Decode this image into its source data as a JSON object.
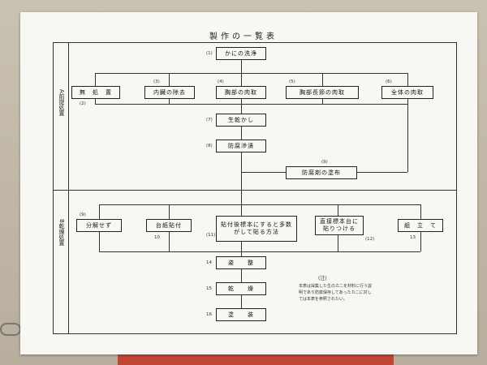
{
  "document": {
    "title": "製作の一覧表",
    "sections": {
      "a_label": "A前提処置",
      "b_label": "B乾燥処置"
    },
    "steps": {
      "s1": {
        "num": "(1)",
        "label": "かにの洗浄"
      },
      "s2": {
        "num": "(2)",
        "label": "無　処　置"
      },
      "s3": {
        "num": "(3)",
        "label": "内臓の除去"
      },
      "s4": {
        "num": "(4)",
        "label": "胸部の肉取"
      },
      "s5": {
        "num": "(5)",
        "label": "胸部長節の肉取"
      },
      "s6": {
        "num": "(6)",
        "label": "全体の肉取"
      },
      "s7": {
        "num": "(7)",
        "label": "生乾かし"
      },
      "s8": {
        "num": "(8)",
        "label": "防腐滲漬"
      },
      "s9": {
        "num": "(9)",
        "label": "防腐剤の塗布"
      },
      "s10": {
        "num": "(9)",
        "label": "分解せず"
      },
      "s11": {
        "num": "10",
        "label": "台紙貼付"
      },
      "s12": {
        "num": "(11)",
        "label": "貼付後標本にすると多数がして貼る方法"
      },
      "s13": {
        "num": "(12)",
        "label": "直接標本台に貼りつける"
      },
      "s14": {
        "num": "13",
        "label": "組　立　て"
      },
      "s15": {
        "num": "14",
        "label": "姿　　整"
      },
      "s16": {
        "num": "15",
        "label": "乾　　燥"
      },
      "s17": {
        "num": "16",
        "label": "塗　　装"
      }
    },
    "note": {
      "title": "(注)",
      "body": "本表は採集した生のカニを材料に行う説明であり防腐保存してあったカニに対しては本表を参照されたい。"
    }
  }
}
